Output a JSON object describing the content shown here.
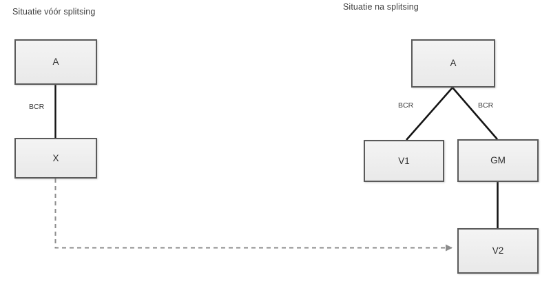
{
  "diagram": {
    "title_left": "Situatie vóór splitsing",
    "title_right": "Situatie na splitsing",
    "colors": {
      "node_fill": "#efefef",
      "node_border": "#5a5a5a",
      "solid_edge": "#1a1a1a",
      "dashed_edge": "#8c8c8c",
      "text": "#3a3a3a",
      "background": "#ffffff"
    },
    "nodes": [
      {
        "id": "a-before",
        "label": "A",
        "panel": "left"
      },
      {
        "id": "x",
        "label": "X",
        "panel": "left"
      },
      {
        "id": "a-after",
        "label": "A",
        "panel": "right"
      },
      {
        "id": "v1",
        "label": "V1",
        "panel": "right"
      },
      {
        "id": "gm",
        "label": "GM",
        "panel": "right"
      },
      {
        "id": "v2",
        "label": "V2",
        "panel": "right"
      }
    ],
    "edges": [
      {
        "id": "a-before-x",
        "from": "a-before",
        "to": "x",
        "label": "BCR",
        "style": "solid"
      },
      {
        "id": "x-v2",
        "from": "x",
        "to": "v2",
        "label": "",
        "style": "dashed",
        "arrow": true
      },
      {
        "id": "a-after-v1",
        "from": "a-after",
        "to": "v1",
        "label": "BCR",
        "style": "solid"
      },
      {
        "id": "a-after-gm",
        "from": "a-after",
        "to": "gm",
        "label": "BCR",
        "style": "solid"
      },
      {
        "id": "gm-v2",
        "from": "gm",
        "to": "v2",
        "label": "",
        "style": "solid"
      }
    ],
    "edge_labels": {
      "bcr_left": "BCR",
      "bcr_right_1": "BCR",
      "bcr_right_2": "BCR"
    }
  }
}
